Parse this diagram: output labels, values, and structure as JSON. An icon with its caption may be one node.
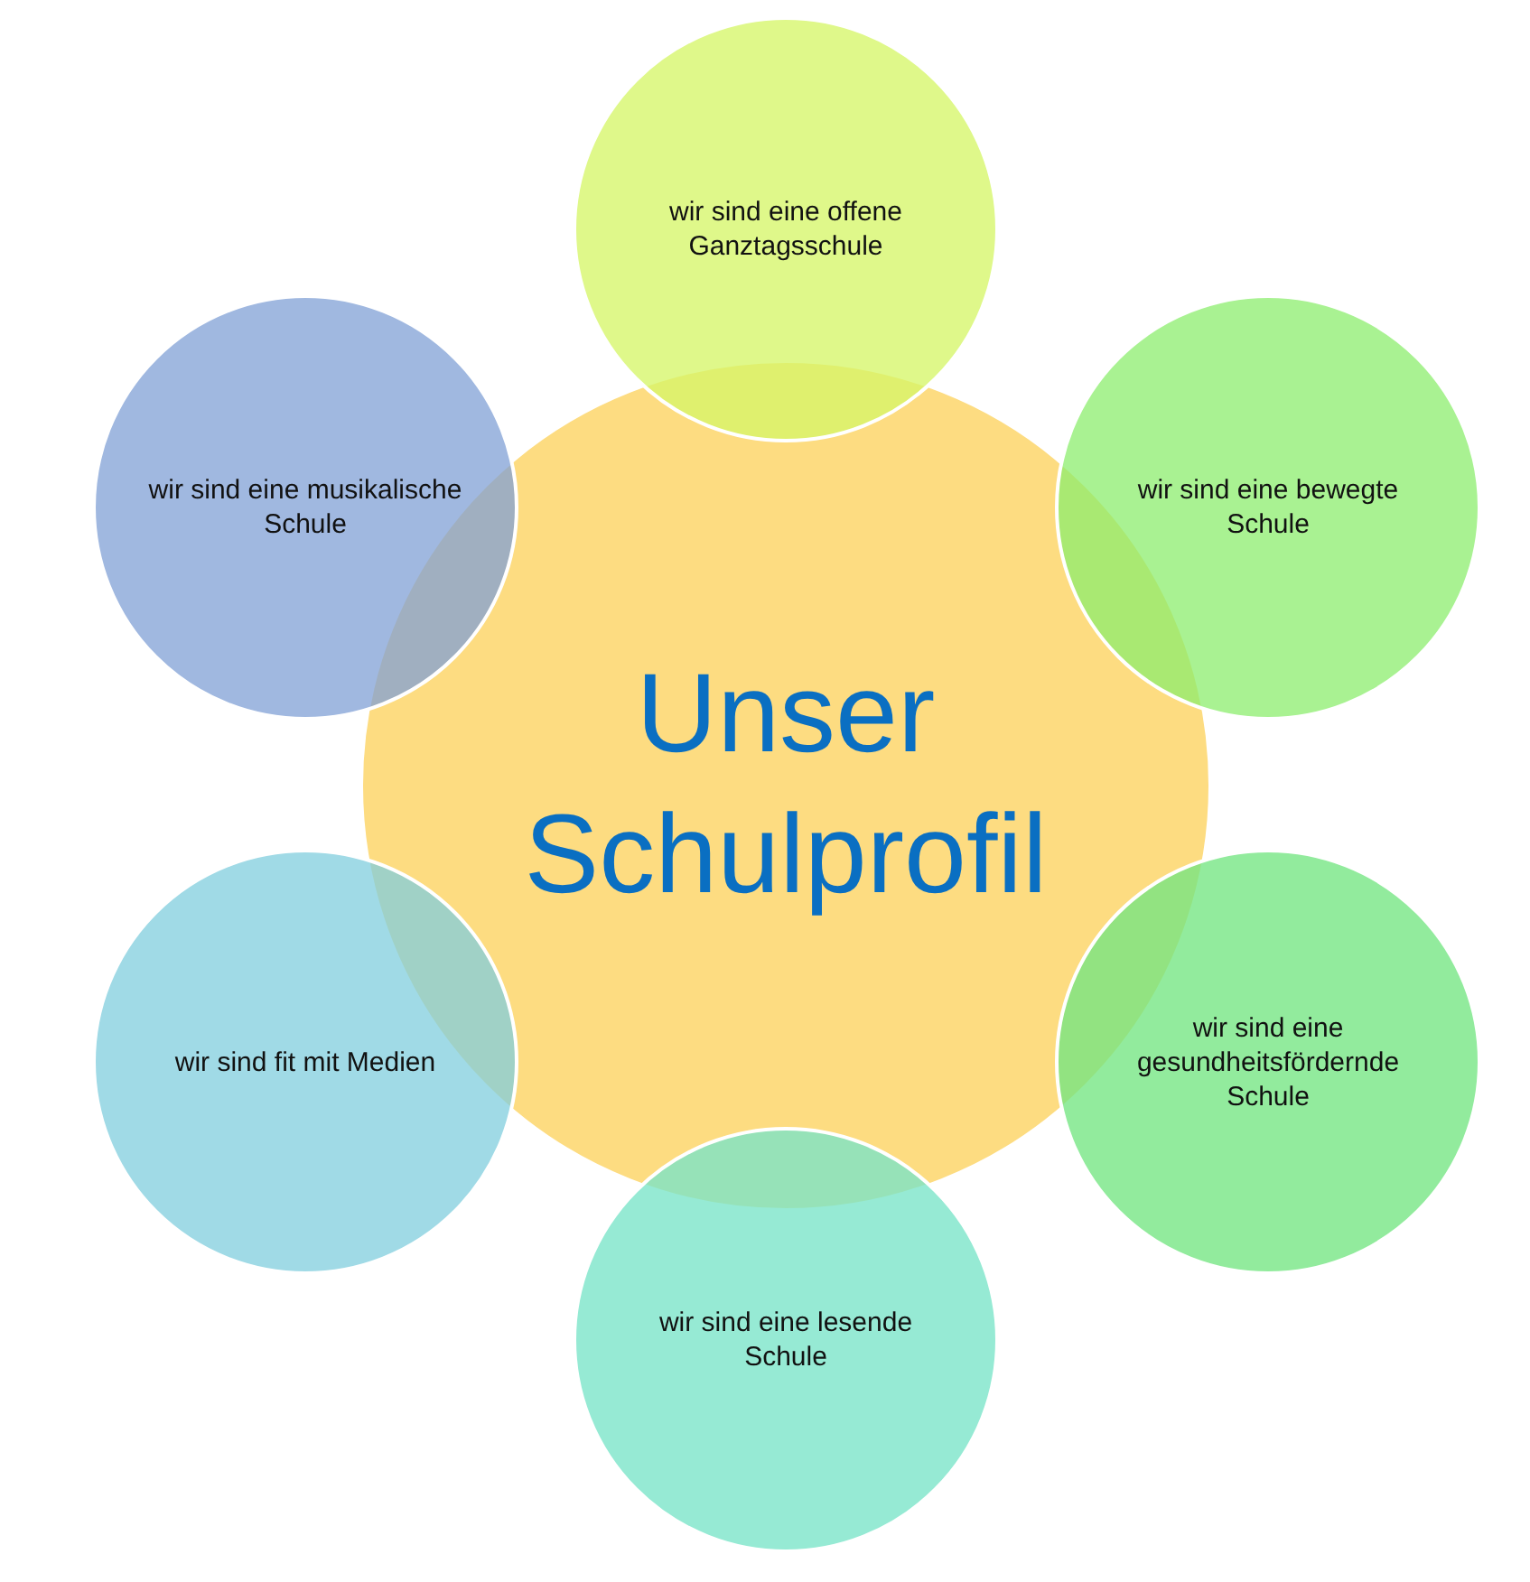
{
  "diagram": {
    "nodes": [
      {
        "text": [
          "Unser Schulprofil"
        ]
      },
      {
        "text": [
          "wir sind eine offene Ganztagsschule"
        ]
      },
      {
        "text": [
          "wir sind eine bewegte Schule"
        ]
      },
      {
        "text": [
          "wir sind eine gesundheitsfördernde Schule"
        ]
      },
      {
        "text": [
          "wir sind eine lesende Schule"
        ]
      },
      {
        "text": [
          "wir sind fit mit Medien"
        ]
      },
      {
        "text": [
          "wir sind eine musikalische Schule"
        ]
      }
    ],
    "edges": []
  }
}
